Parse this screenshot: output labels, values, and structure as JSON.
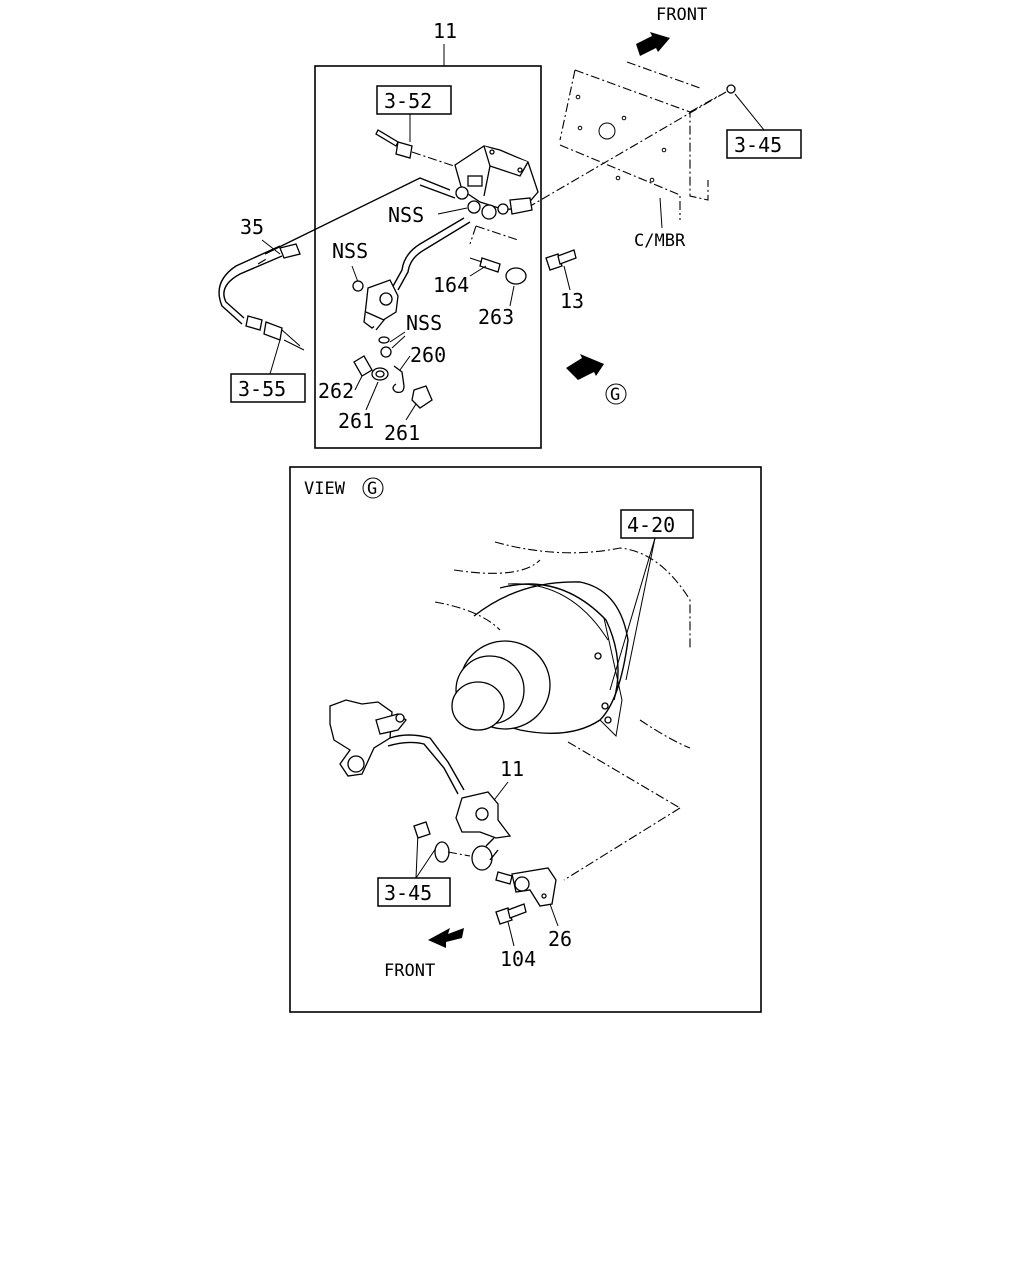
{
  "top": {
    "front_label": "FRONT",
    "callout_11": "11",
    "ref_3_52": "3-52",
    "ref_3_45": "3-45",
    "ref_3_55": "3-55",
    "c_mbr": "C/MBR",
    "nss_1": "NSS",
    "nss_2": "NSS",
    "nss_3": "NSS",
    "p35": "35",
    "p164": "164",
    "p263": "263",
    "p13": "13",
    "p260": "260",
    "p262": "262",
    "p261a": "261",
    "p261b": "261",
    "view_marker": "G"
  },
  "view": {
    "title": "VIEW",
    "marker": "G",
    "ref_4_20": "4-20",
    "ref_3_45": "3-45",
    "p11": "11",
    "p26": "26",
    "p104": "104",
    "front_label": "FRONT"
  }
}
